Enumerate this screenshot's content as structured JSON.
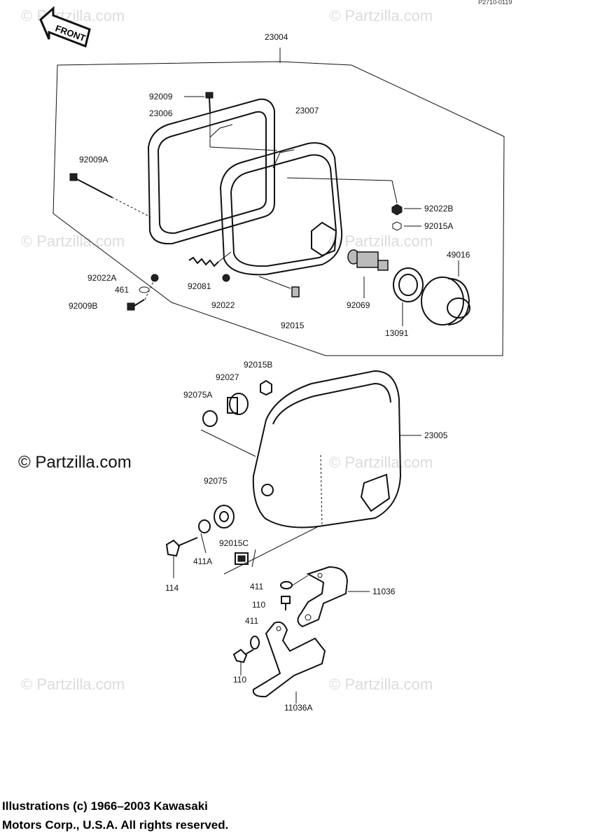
{
  "ref_code": "P2710-0119",
  "front_label": "FRONT",
  "watermarks": [
    "© Partzilla.com",
    "© Partzilla.com",
    "© Partzilla.com",
    "© Partzilla.com",
    "© Partzilla.com",
    "© Partzilla.com",
    "© Partzilla.com",
    "© Partzilla.com"
  ],
  "main_watermark": "© Partzilla.com",
  "parts": {
    "p23004": "23004",
    "p92009": "92009",
    "p23006": "23006",
    "p23007": "23007",
    "p92009A": "92009A",
    "p92022B": "92022B",
    "p92015A": "92015A",
    "p49016": "49016",
    "p92022A": "92022A",
    "p461": "461",
    "p92009B": "92009B",
    "p92081": "92081",
    "p92022": "92022",
    "p92069": "92069",
    "p13091": "13091",
    "p92015": "92015",
    "p92015B": "92015B",
    "p92027": "92027",
    "p92075A": "92075A",
    "p23005": "23005",
    "p92075": "92075",
    "p92015C": "92015C",
    "p411A": "411A",
    "p114": "114",
    "p411a": "411",
    "p11036": "11036",
    "p110a": "110",
    "p411b": "411",
    "p110b": "110",
    "p11036A": "11036A"
  },
  "footer": {
    "line1": "Illustrations (c) 1966–2003 Kawasaki",
    "line2": "Motors Corp., U.S.A.  All rights reserved."
  }
}
